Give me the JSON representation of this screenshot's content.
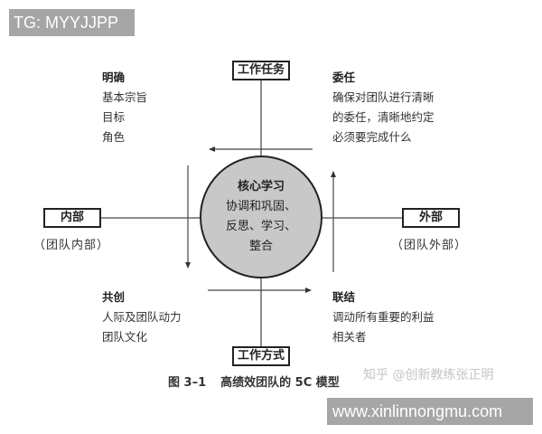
{
  "overlays": {
    "tag": "TG: MYYJJPP",
    "url": "www.xinlinnongmu.com",
    "watermark": "知乎 @创新教练张正明"
  },
  "diagram": {
    "center": {
      "title": "核心学习",
      "lines": [
        "协调和巩固、",
        "反思、学习、",
        "整合"
      ]
    },
    "axes": {
      "top": "工作任务",
      "bottom": "工作方式",
      "left": "内部",
      "left_sub": "（团队内部）",
      "right": "外部",
      "right_sub": "（团队外部）"
    },
    "quadrants": {
      "top_left": {
        "title": "明确",
        "lines": [
          "基本宗旨",
          "目标",
          "角色"
        ]
      },
      "top_right": {
        "title": "委任",
        "lines": [
          "确保对团队进行清晰",
          "的委任，清晰地约定",
          "必须要完成什么"
        ]
      },
      "bottom_left": {
        "title": "共创",
        "lines": [
          "人际及团队动力",
          "团队文化"
        ]
      },
      "bottom_right": {
        "title": "联结",
        "lines": [
          "调动所有重要的利益",
          "相关者"
        ]
      }
    },
    "caption": {
      "number": "图 3–1",
      "title": "高绩效团队的 5C 模型"
    },
    "colors": {
      "circle_fill": "#c8c8c8",
      "line": "#555555",
      "banner": "#a6a6a6"
    }
  }
}
